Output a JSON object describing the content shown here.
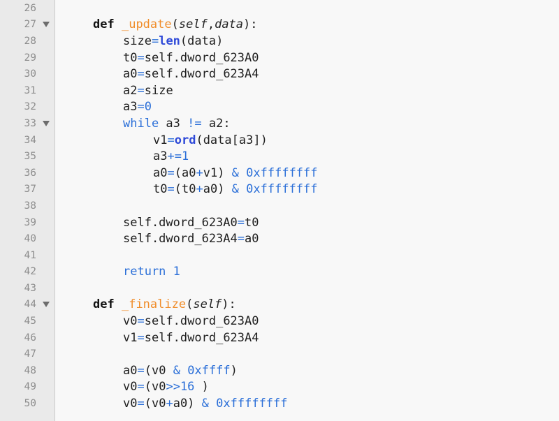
{
  "colors": {
    "background": "#f8f8f8",
    "gutter": "#eaeaea",
    "keyword": "#111111",
    "function_name": "#f08d2a",
    "builtin": "#2f4ad8",
    "number_operator": "#2b6fd8",
    "line_number": "#8d8d8d"
  },
  "lines": [
    {
      "n": "26",
      "fold": false,
      "indent": 0,
      "tokens": []
    },
    {
      "n": "27",
      "fold": true,
      "indent": 1,
      "tokens": [
        {
          "t": "kw",
          "v": "def"
        },
        {
          "t": "plain",
          "v": " "
        },
        {
          "t": "fn",
          "v": "_update"
        },
        {
          "t": "plain",
          "v": "("
        },
        {
          "t": "param",
          "v": "self"
        },
        {
          "t": "plain",
          "v": ","
        },
        {
          "t": "param",
          "v": "data"
        },
        {
          "t": "plain",
          "v": "):"
        }
      ]
    },
    {
      "n": "28",
      "fold": false,
      "indent": 2,
      "tokens": [
        {
          "t": "plain",
          "v": "size"
        },
        {
          "t": "op",
          "v": "="
        },
        {
          "t": "builtin",
          "v": "len"
        },
        {
          "t": "plain",
          "v": "(data)"
        }
      ]
    },
    {
      "n": "29",
      "fold": false,
      "indent": 2,
      "tokens": [
        {
          "t": "plain",
          "v": "t0"
        },
        {
          "t": "op",
          "v": "="
        },
        {
          "t": "plain",
          "v": "self.dword_623A0"
        }
      ]
    },
    {
      "n": "30",
      "fold": false,
      "indent": 2,
      "tokens": [
        {
          "t": "plain",
          "v": "a0"
        },
        {
          "t": "op",
          "v": "="
        },
        {
          "t": "plain",
          "v": "self.dword_623A4"
        }
      ]
    },
    {
      "n": "31",
      "fold": false,
      "indent": 2,
      "tokens": [
        {
          "t": "plain",
          "v": "a2"
        },
        {
          "t": "op",
          "v": "="
        },
        {
          "t": "plain",
          "v": "size"
        }
      ]
    },
    {
      "n": "32",
      "fold": false,
      "indent": 2,
      "tokens": [
        {
          "t": "plain",
          "v": "a3"
        },
        {
          "t": "op",
          "v": "="
        },
        {
          "t": "num",
          "v": "0"
        }
      ]
    },
    {
      "n": "33",
      "fold": true,
      "indent": 2,
      "tokens": [
        {
          "t": "ctrl",
          "v": "while"
        },
        {
          "t": "plain",
          "v": " a3 "
        },
        {
          "t": "op",
          "v": "!="
        },
        {
          "t": "plain",
          "v": " a2:"
        }
      ]
    },
    {
      "n": "34",
      "fold": false,
      "indent": 3,
      "tokens": [
        {
          "t": "plain",
          "v": "v1"
        },
        {
          "t": "op",
          "v": "="
        },
        {
          "t": "builtin",
          "v": "ord"
        },
        {
          "t": "plain",
          "v": "(data[a3])"
        }
      ]
    },
    {
      "n": "35",
      "fold": false,
      "indent": 3,
      "tokens": [
        {
          "t": "plain",
          "v": "a3"
        },
        {
          "t": "op",
          "v": "+="
        },
        {
          "t": "num",
          "v": "1"
        }
      ]
    },
    {
      "n": "36",
      "fold": false,
      "indent": 3,
      "tokens": [
        {
          "t": "plain",
          "v": "a0"
        },
        {
          "t": "op",
          "v": "="
        },
        {
          "t": "plain",
          "v": "(a0"
        },
        {
          "t": "op",
          "v": "+"
        },
        {
          "t": "plain",
          "v": "v1) "
        },
        {
          "t": "op",
          "v": "&"
        },
        {
          "t": "plain",
          "v": " "
        },
        {
          "t": "num",
          "v": "0xffffffff"
        }
      ]
    },
    {
      "n": "37",
      "fold": false,
      "indent": 3,
      "tokens": [
        {
          "t": "plain",
          "v": "t0"
        },
        {
          "t": "op",
          "v": "="
        },
        {
          "t": "plain",
          "v": "(t0"
        },
        {
          "t": "op",
          "v": "+"
        },
        {
          "t": "plain",
          "v": "a0) "
        },
        {
          "t": "op",
          "v": "&"
        },
        {
          "t": "plain",
          "v": " "
        },
        {
          "t": "num",
          "v": "0xffffffff"
        }
      ]
    },
    {
      "n": "38",
      "fold": false,
      "indent": 0,
      "tokens": []
    },
    {
      "n": "39",
      "fold": false,
      "indent": 2,
      "tokens": [
        {
          "t": "plain",
          "v": "self.dword_623A0"
        },
        {
          "t": "op",
          "v": "="
        },
        {
          "t": "plain",
          "v": "t0"
        }
      ]
    },
    {
      "n": "40",
      "fold": false,
      "indent": 2,
      "tokens": [
        {
          "t": "plain",
          "v": "self.dword_623A4"
        },
        {
          "t": "op",
          "v": "="
        },
        {
          "t": "plain",
          "v": "a0"
        }
      ]
    },
    {
      "n": "41",
      "fold": false,
      "indent": 0,
      "tokens": []
    },
    {
      "n": "42",
      "fold": false,
      "indent": 2,
      "tokens": [
        {
          "t": "ctrl",
          "v": "return"
        },
        {
          "t": "plain",
          "v": " "
        },
        {
          "t": "num",
          "v": "1"
        }
      ]
    },
    {
      "n": "43",
      "fold": false,
      "indent": 0,
      "tokens": []
    },
    {
      "n": "44",
      "fold": true,
      "indent": 1,
      "tokens": [
        {
          "t": "kw",
          "v": "def"
        },
        {
          "t": "plain",
          "v": " "
        },
        {
          "t": "fn",
          "v": "_finalize"
        },
        {
          "t": "plain",
          "v": "("
        },
        {
          "t": "param",
          "v": "self"
        },
        {
          "t": "plain",
          "v": "):"
        }
      ]
    },
    {
      "n": "45",
      "fold": false,
      "indent": 2,
      "tokens": [
        {
          "t": "plain",
          "v": "v0"
        },
        {
          "t": "op",
          "v": "="
        },
        {
          "t": "plain",
          "v": "self.dword_623A0"
        }
      ]
    },
    {
      "n": "46",
      "fold": false,
      "indent": 2,
      "tokens": [
        {
          "t": "plain",
          "v": "v1"
        },
        {
          "t": "op",
          "v": "="
        },
        {
          "t": "plain",
          "v": "self.dword_623A4"
        }
      ]
    },
    {
      "n": "47",
      "fold": false,
      "indent": 0,
      "tokens": []
    },
    {
      "n": "48",
      "fold": false,
      "indent": 2,
      "tokens": [
        {
          "t": "plain",
          "v": "a0"
        },
        {
          "t": "op",
          "v": "="
        },
        {
          "t": "plain",
          "v": "(v0 "
        },
        {
          "t": "op",
          "v": "&"
        },
        {
          "t": "plain",
          "v": " "
        },
        {
          "t": "num",
          "v": "0xffff"
        },
        {
          "t": "plain",
          "v": ")"
        }
      ]
    },
    {
      "n": "49",
      "fold": false,
      "indent": 2,
      "tokens": [
        {
          "t": "plain",
          "v": "v0"
        },
        {
          "t": "op",
          "v": "="
        },
        {
          "t": "plain",
          "v": "(v0"
        },
        {
          "t": "op",
          "v": ">>"
        },
        {
          "t": "num",
          "v": "16"
        },
        {
          "t": "plain",
          "v": " )"
        }
      ]
    },
    {
      "n": "50",
      "fold": false,
      "indent": 2,
      "tokens": [
        {
          "t": "plain",
          "v": "v0"
        },
        {
          "t": "op",
          "v": "="
        },
        {
          "t": "plain",
          "v": "(v0"
        },
        {
          "t": "op",
          "v": "+"
        },
        {
          "t": "plain",
          "v": "a0) "
        },
        {
          "t": "op",
          "v": "&"
        },
        {
          "t": "plain",
          "v": " "
        },
        {
          "t": "num",
          "v": "0xffffffff"
        }
      ]
    }
  ]
}
